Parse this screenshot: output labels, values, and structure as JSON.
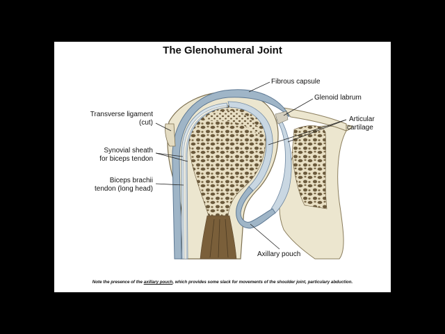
{
  "title": "The Glenohumeral Joint",
  "labels": {
    "fibrous_capsule": "Fibrous capsule",
    "glenoid_labrum": "Glenoid labrum",
    "articular_cartilage_line1": "Articular",
    "articular_cartilage_line2": "cartilage",
    "transverse_ligament_line1": "Transverse ligament",
    "transverse_ligament_line2": "(cut)",
    "synovial_sheath_line1": "Synovial sheath",
    "synovial_sheath_line2": "for biceps tendon",
    "biceps_line1": "Biceps brachii",
    "biceps_line2": "tendon (long head)",
    "axillary_pouch": "Axillary pouch"
  },
  "caption": {
    "before": "Note the presence of the ",
    "underlined": "axillary pouch",
    "after": ", which provides some slack for movements of the shoulder joint, particulary abduction."
  },
  "colors": {
    "bone": "#ece6cf",
    "cancellous": "#6b5a3c",
    "capsule": "#9fb5c7",
    "cartilage": "#c9d7e2",
    "background": "#ffffff",
    "letterbox": "#000000"
  }
}
